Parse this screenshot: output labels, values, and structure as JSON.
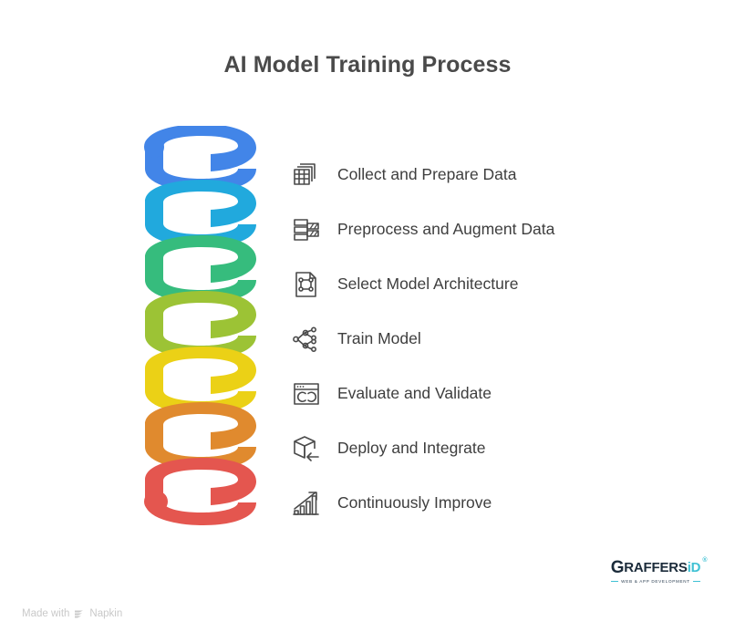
{
  "page": {
    "title": "AI Model Training Process",
    "background_color": "#ffffff",
    "text_color": "#3e3e3e"
  },
  "steps": [
    {
      "label": "Collect and Prepare Data",
      "icon": "stacked-table-icon",
      "color": "#4285e8"
    },
    {
      "label": "Preprocess and Augment Data",
      "icon": "data-rows-icon",
      "color": "#21a9dd"
    },
    {
      "label": "Select Model Architecture",
      "icon": "document-graph-icon",
      "color": "#36bc7d"
    },
    {
      "label": "Train Model",
      "icon": "network-nodes-icon",
      "color": "#9cc335"
    },
    {
      "label": "Evaluate and Validate",
      "icon": "browser-gauges-icon",
      "color": "#ebd116"
    },
    {
      "label": "Deploy and Integrate",
      "icon": "cube-arrow-icon",
      "color": "#e08a2e"
    },
    {
      "label": "Continuously Improve",
      "icon": "growth-chart-icon",
      "color": "#e4564f"
    }
  ],
  "spiral": {
    "name": "multicolor-helix-graphic",
    "turn_colors": [
      "#4285e8",
      "#21a9dd",
      "#36bc7d",
      "#9cc335",
      "#ebd116",
      "#e08a2e",
      "#e4564f"
    ]
  },
  "brand": {
    "wordmark_g": "G",
    "wordmark_main": "RAFFERS",
    "wordmark_id": "iD",
    "registered": "®",
    "tagline": "WEB & APP DEVELOPMENT",
    "accent_color": "#3fc1d4",
    "dark_color": "#1b2b3a"
  },
  "watermark": {
    "prefix": "Made with",
    "brand": "Napkin"
  }
}
